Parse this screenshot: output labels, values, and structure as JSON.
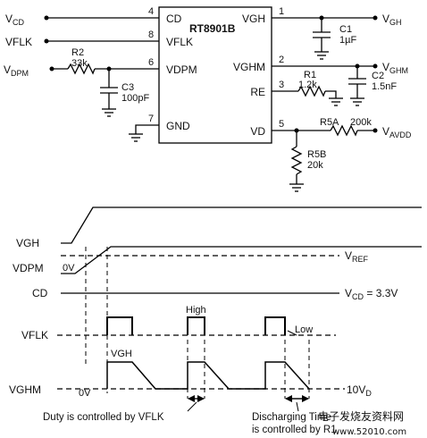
{
  "ic": {
    "name": "RT8901B",
    "pins": {
      "cd": {
        "num": "4",
        "label": "CD"
      },
      "vflk": {
        "num": "8",
        "label": "VFLK"
      },
      "vdpm": {
        "num": "6",
        "label": "VDPM"
      },
      "gnd": {
        "num": "7",
        "label": "GND"
      },
      "vgh": {
        "num": "1",
        "label": "VGH"
      },
      "vghm": {
        "num": "2",
        "label": "VGHM"
      },
      "re": {
        "num": "3",
        "label": "RE"
      },
      "vd": {
        "num": "5",
        "label": "VD"
      }
    }
  },
  "nets": {
    "vcd": {
      "main": "V",
      "sub": "CD"
    },
    "vflk": "VFLK",
    "vdpm": {
      "main": "V",
      "sub": "DPM"
    },
    "vgh": {
      "main": "V",
      "sub": "GH"
    },
    "vghm": {
      "main": "V",
      "sub": "GHM"
    },
    "vavdd": {
      "main": "V",
      "sub": "AVDD"
    }
  },
  "components": {
    "r2": {
      "name": "R2",
      "value": "33k"
    },
    "c3": {
      "name": "C3",
      "value": "100pF"
    },
    "c1": {
      "name": "C1",
      "value": "1µF"
    },
    "r1": {
      "name": "R1",
      "value": "1.2k"
    },
    "c2": {
      "name": "C2",
      "value": "1.5nF"
    },
    "r5a": {
      "name": "R5A",
      "value": "200k"
    },
    "r5b": {
      "name": "R5B",
      "value": "20k"
    }
  },
  "timing": {
    "signals": {
      "vgh": "VGH",
      "vdpm": "VDPM",
      "cd": "CD",
      "vflk": "VFLK",
      "vghm": "VGHM"
    },
    "zero_vdpm": "0V",
    "zero_vghm": "0V",
    "vref": {
      "main": "V",
      "sub": "REF"
    },
    "vcd_level": {
      "pre": "V",
      "sub": "CD",
      "post": " = 3.3V"
    },
    "high_label": "High",
    "low_label": "Low",
    "vgh_label": "VGH",
    "ten_vd": {
      "main": "10V",
      "sub": "D"
    },
    "duty_note": "Duty is controlled by  VFLK",
    "discharge_note_1": "Discharging Time",
    "discharge_note_2": "is controlled by R1"
  },
  "watermark": {
    "cn": "电子发烧友资料网",
    "url": "www.52010.com"
  }
}
